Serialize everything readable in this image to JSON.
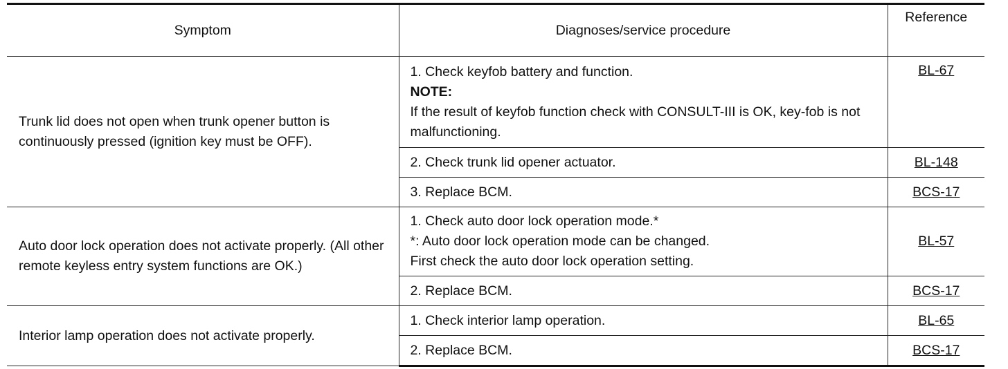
{
  "headers": {
    "symptom": "Symptom",
    "procedure": "Diagnoses/service procedure",
    "reference": "Reference"
  },
  "groups": [
    {
      "symptom": "Trunk lid does not open when trunk opener button is continuously pressed (ignition key must be OFF).",
      "steps": [
        {
          "lines": [
            "1. Check keyfob battery and function."
          ],
          "note_label": "NOTE:",
          "note_text": "If the result of keyfob function check with CONSULT-III is OK, key-fob is not malfunctioning.",
          "reference": "BL-67"
        },
        {
          "lines": [
            "2. Check trunk lid opener actuator."
          ],
          "reference": "BL-148"
        },
        {
          "lines": [
            "3. Replace BCM."
          ],
          "reference": "BCS-17"
        }
      ]
    },
    {
      "symptom": "Auto door lock operation does not activate properly. (All other remote keyless entry system functions are OK.)",
      "steps": [
        {
          "lines": [
            "1. Check auto door lock operation mode.*",
            "*: Auto door lock operation mode can be changed.",
            "First check the auto door lock operation setting."
          ],
          "reference": "BL-57"
        },
        {
          "lines": [
            "2. Replace BCM."
          ],
          "reference": "BCS-17"
        }
      ]
    },
    {
      "symptom": "Interior lamp operation does not activate properly.",
      "steps": [
        {
          "lines": [
            "1. Check interior lamp operation."
          ],
          "reference": "BL-65"
        },
        {
          "lines": [
            "2. Replace BCM."
          ],
          "reference": "BCS-17"
        }
      ]
    }
  ]
}
